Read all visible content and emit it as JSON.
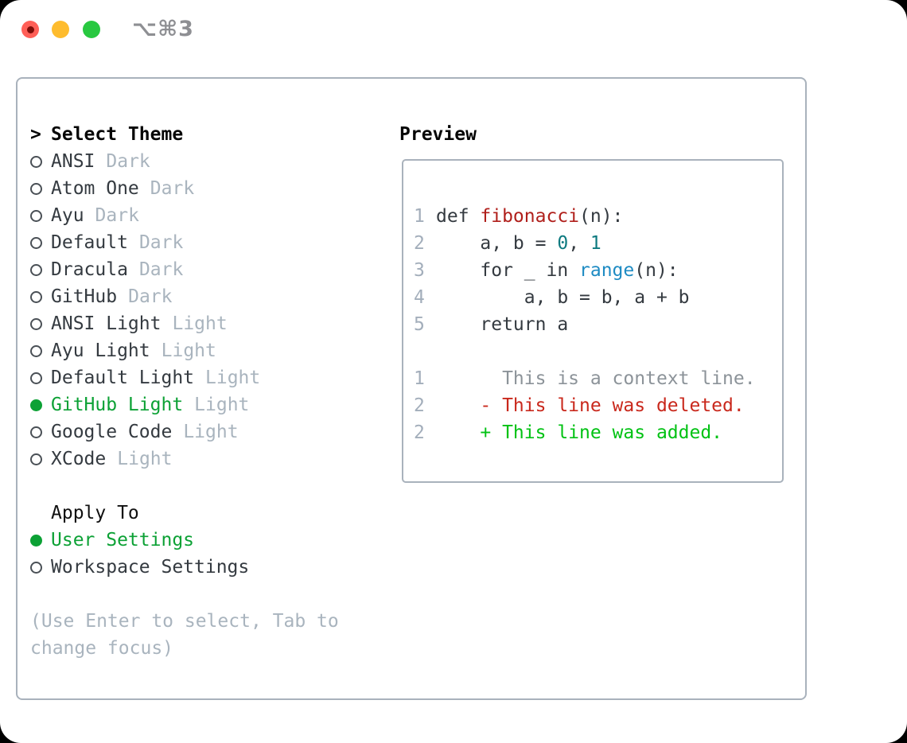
{
  "window": {
    "title": "⌥⌘3"
  },
  "titlebar": {
    "close_label": "close",
    "minimize_label": "minimize",
    "zoom_label": "zoom"
  },
  "picker": {
    "header": {
      "cursor": ">",
      "label": "Select Theme"
    },
    "themes": [
      {
        "name": "ANSI",
        "tag": "Dark",
        "selected": false
      },
      {
        "name": "Atom One",
        "tag": "Dark",
        "selected": false
      },
      {
        "name": "Ayu",
        "tag": "Dark",
        "selected": false
      },
      {
        "name": "Default",
        "tag": "Dark",
        "selected": false
      },
      {
        "name": "Dracula",
        "tag": "Dark",
        "selected": false
      },
      {
        "name": "GitHub",
        "tag": "Dark",
        "selected": false
      },
      {
        "name": "ANSI Light",
        "tag": "Light",
        "selected": false
      },
      {
        "name": "Ayu Light",
        "tag": "Light",
        "selected": false
      },
      {
        "name": "Default Light",
        "tag": "Light",
        "selected": false
      },
      {
        "name": "GitHub Light",
        "tag": "Light",
        "selected": true
      },
      {
        "name": "Google Code",
        "tag": "Light",
        "selected": false
      },
      {
        "name": "XCode",
        "tag": "Light",
        "selected": false
      }
    ],
    "apply_to": {
      "label": "Apply To",
      "options": [
        {
          "name": "User Settings",
          "selected": true
        },
        {
          "name": "Workspace Settings",
          "selected": false
        }
      ]
    },
    "hint": "(Use Enter to select, Tab to change focus)"
  },
  "preview": {
    "label": "Preview",
    "code_lines": [
      {
        "num": "1",
        "segments": [
          {
            "t": "def ",
            "c": "plain"
          },
          {
            "t": "fibonacci",
            "c": "func"
          },
          {
            "t": "(n):",
            "c": "plain"
          }
        ]
      },
      {
        "num": "2",
        "segments": [
          {
            "t": "    a, b = ",
            "c": "plain"
          },
          {
            "t": "0",
            "c": "number"
          },
          {
            "t": ", ",
            "c": "plain"
          },
          {
            "t": "1",
            "c": "number"
          }
        ]
      },
      {
        "num": "3",
        "segments": [
          {
            "t": "    for _ in ",
            "c": "plain"
          },
          {
            "t": "range",
            "c": "builtin"
          },
          {
            "t": "(n):",
            "c": "plain"
          }
        ]
      },
      {
        "num": "4",
        "segments": [
          {
            "t": "        a, b = b, a + b",
            "c": "plain"
          }
        ]
      },
      {
        "num": "5",
        "segments": [
          {
            "t": "    return a",
            "c": "plain"
          }
        ]
      }
    ],
    "diff_lines": [
      {
        "num": "1",
        "marker": " ",
        "text": "This is a context line.",
        "kind": "context"
      },
      {
        "num": "2",
        "marker": "-",
        "text": "This line was deleted.",
        "kind": "deleted"
      },
      {
        "num": "2",
        "marker": "+",
        "text": "This line was added.",
        "kind": "added"
      }
    ]
  },
  "colors": {
    "accent_green": "#0ca135",
    "added_green": "#00c213",
    "deleted_red": "#c9281c",
    "function_red": "#b01f1b",
    "number_teal": "#0e7a80",
    "builtin_blue": "#1e8bc3",
    "text_dark": "#343a40",
    "muted_gray": "#a9b4be",
    "context_gray": "#8c9399",
    "border_gray": "#a9b2bc",
    "traffic_red": "#ff5f57",
    "traffic_yellow": "#febc2e",
    "traffic_green": "#28c840"
  }
}
